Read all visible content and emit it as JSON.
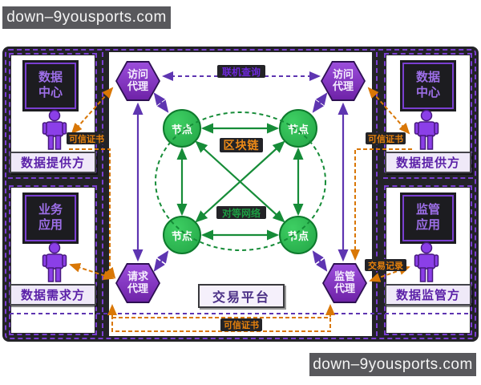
{
  "watermark": "down–9yousports.com",
  "corners": {
    "tl": {
      "sys1": "数据",
      "sys2": "中心",
      "role": "数据提供方"
    },
    "tr": {
      "sys1": "数据",
      "sys2": "中心",
      "role": "数据提供方"
    },
    "bl": {
      "sys1": "业务",
      "sys2": "应用",
      "role": "数据需求方"
    },
    "br": {
      "sys1": "监管",
      "sys2": "应用",
      "role": "数据监管方"
    }
  },
  "agents": {
    "access_left": {
      "l1": "访问",
      "l2": "代理"
    },
    "access_right": {
      "l1": "访问",
      "l2": "代理"
    },
    "request": {
      "l1": "请求",
      "l2": "代理"
    },
    "regulate": {
      "l1": "监管",
      "l2": "代理"
    }
  },
  "blockchain": {
    "node": "节点",
    "label": "区块链",
    "network": "对等网络"
  },
  "platform": "交易平台",
  "labels": {
    "online_query": "联机查询",
    "trusted_cert": "可信证书",
    "trade_record": "交易记录"
  },
  "colors": {
    "purple": "#5e35b1",
    "orange": "#d97706",
    "green": "#168c38",
    "frame": "#232327"
  }
}
